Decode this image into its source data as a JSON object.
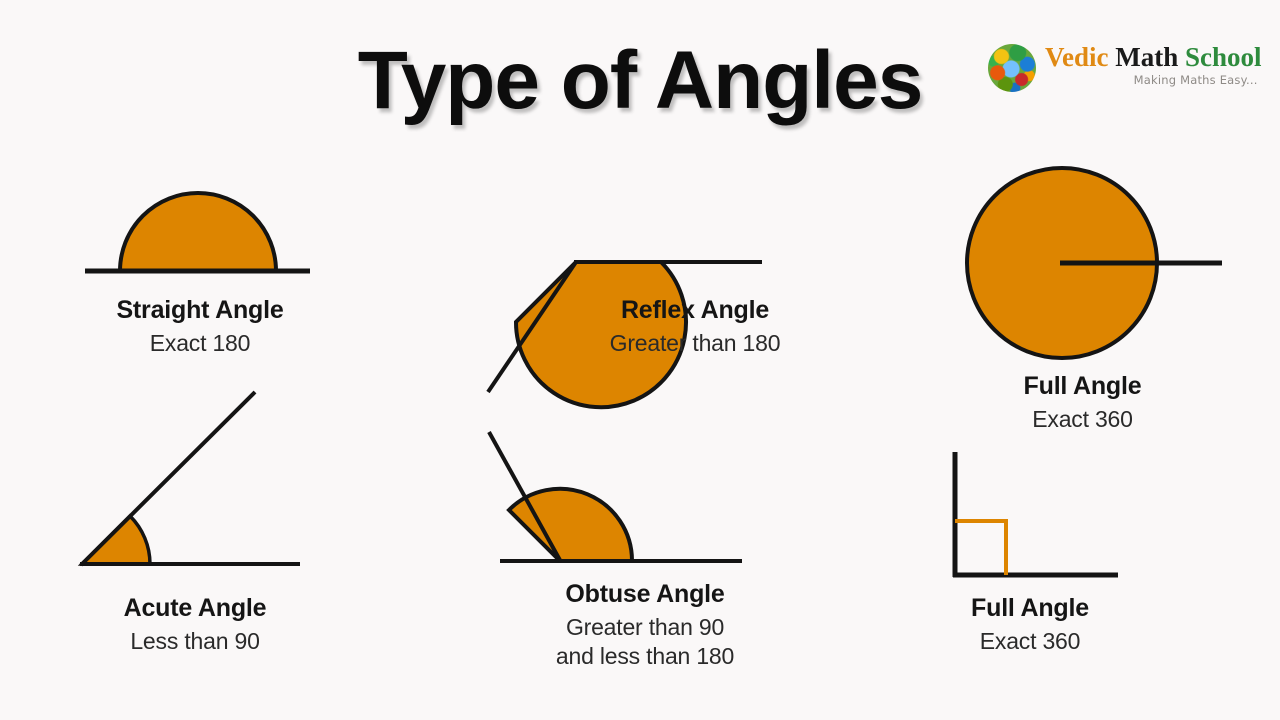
{
  "page": {
    "title": "Type of Angles",
    "background_color": "#faf8f8",
    "accent_color": "#dd8500",
    "stroke_color": "#141414"
  },
  "logo": {
    "word1": "Vedic",
    "word2": "Math",
    "word3": "School",
    "tagline": "Making Maths Easy...",
    "word1_color": "#e08a14",
    "word2_color": "#1a1a1a",
    "word3_color": "#2e8b3d"
  },
  "angles": [
    {
      "id": "straight",
      "name": "Straight Angle",
      "desc": "Exact 180",
      "measure_degrees": 180,
      "shape": "semicircle-on-line"
    },
    {
      "id": "acute",
      "name": "Acute Angle",
      "desc": "Less than 90",
      "measure_degrees": 45,
      "shape": "wedge-acute"
    },
    {
      "id": "reflex",
      "name": "Reflex Angle",
      "desc": "Greater than 180",
      "measure_degrees": 315,
      "shape": "wedge-reflex"
    },
    {
      "id": "obtuse",
      "name": "Obtuse Angle",
      "desc_line1": "Greater than 90",
      "desc_line2": "and less than 180",
      "measure_degrees": 135,
      "shape": "wedge-obtuse"
    },
    {
      "id": "full",
      "name": "Full Angle",
      "desc": "Exact 360",
      "measure_degrees": 360,
      "shape": "full-circle"
    },
    {
      "id": "right",
      "name": "Full Angle",
      "desc": "Exact 360",
      "measure_degrees": 90,
      "shape": "right-angle-marker"
    }
  ]
}
